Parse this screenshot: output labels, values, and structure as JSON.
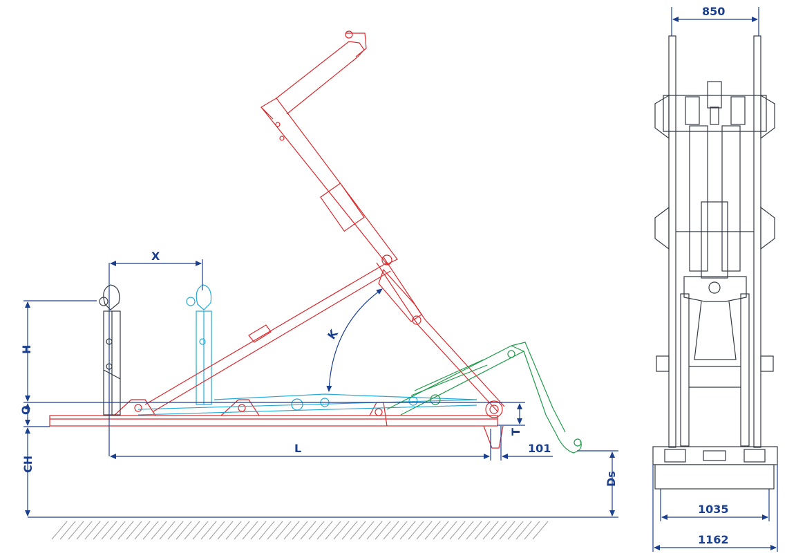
{
  "labels": {
    "x": "X",
    "h": "H",
    "o": "O",
    "ch": "CH",
    "l": "L",
    "t": "T",
    "k": "K",
    "ds": "Ds",
    "dim_101": "101",
    "dim_850": "850",
    "dim_1035": "1035",
    "dim_1162": "1162"
  },
  "colors": {
    "dimension": "#1a3f8f",
    "tipped_position": "#d8282c",
    "intermediate_position": "#21a9d6",
    "rear_hook": "#1e9a4a",
    "rest_position": "#333a44"
  }
}
